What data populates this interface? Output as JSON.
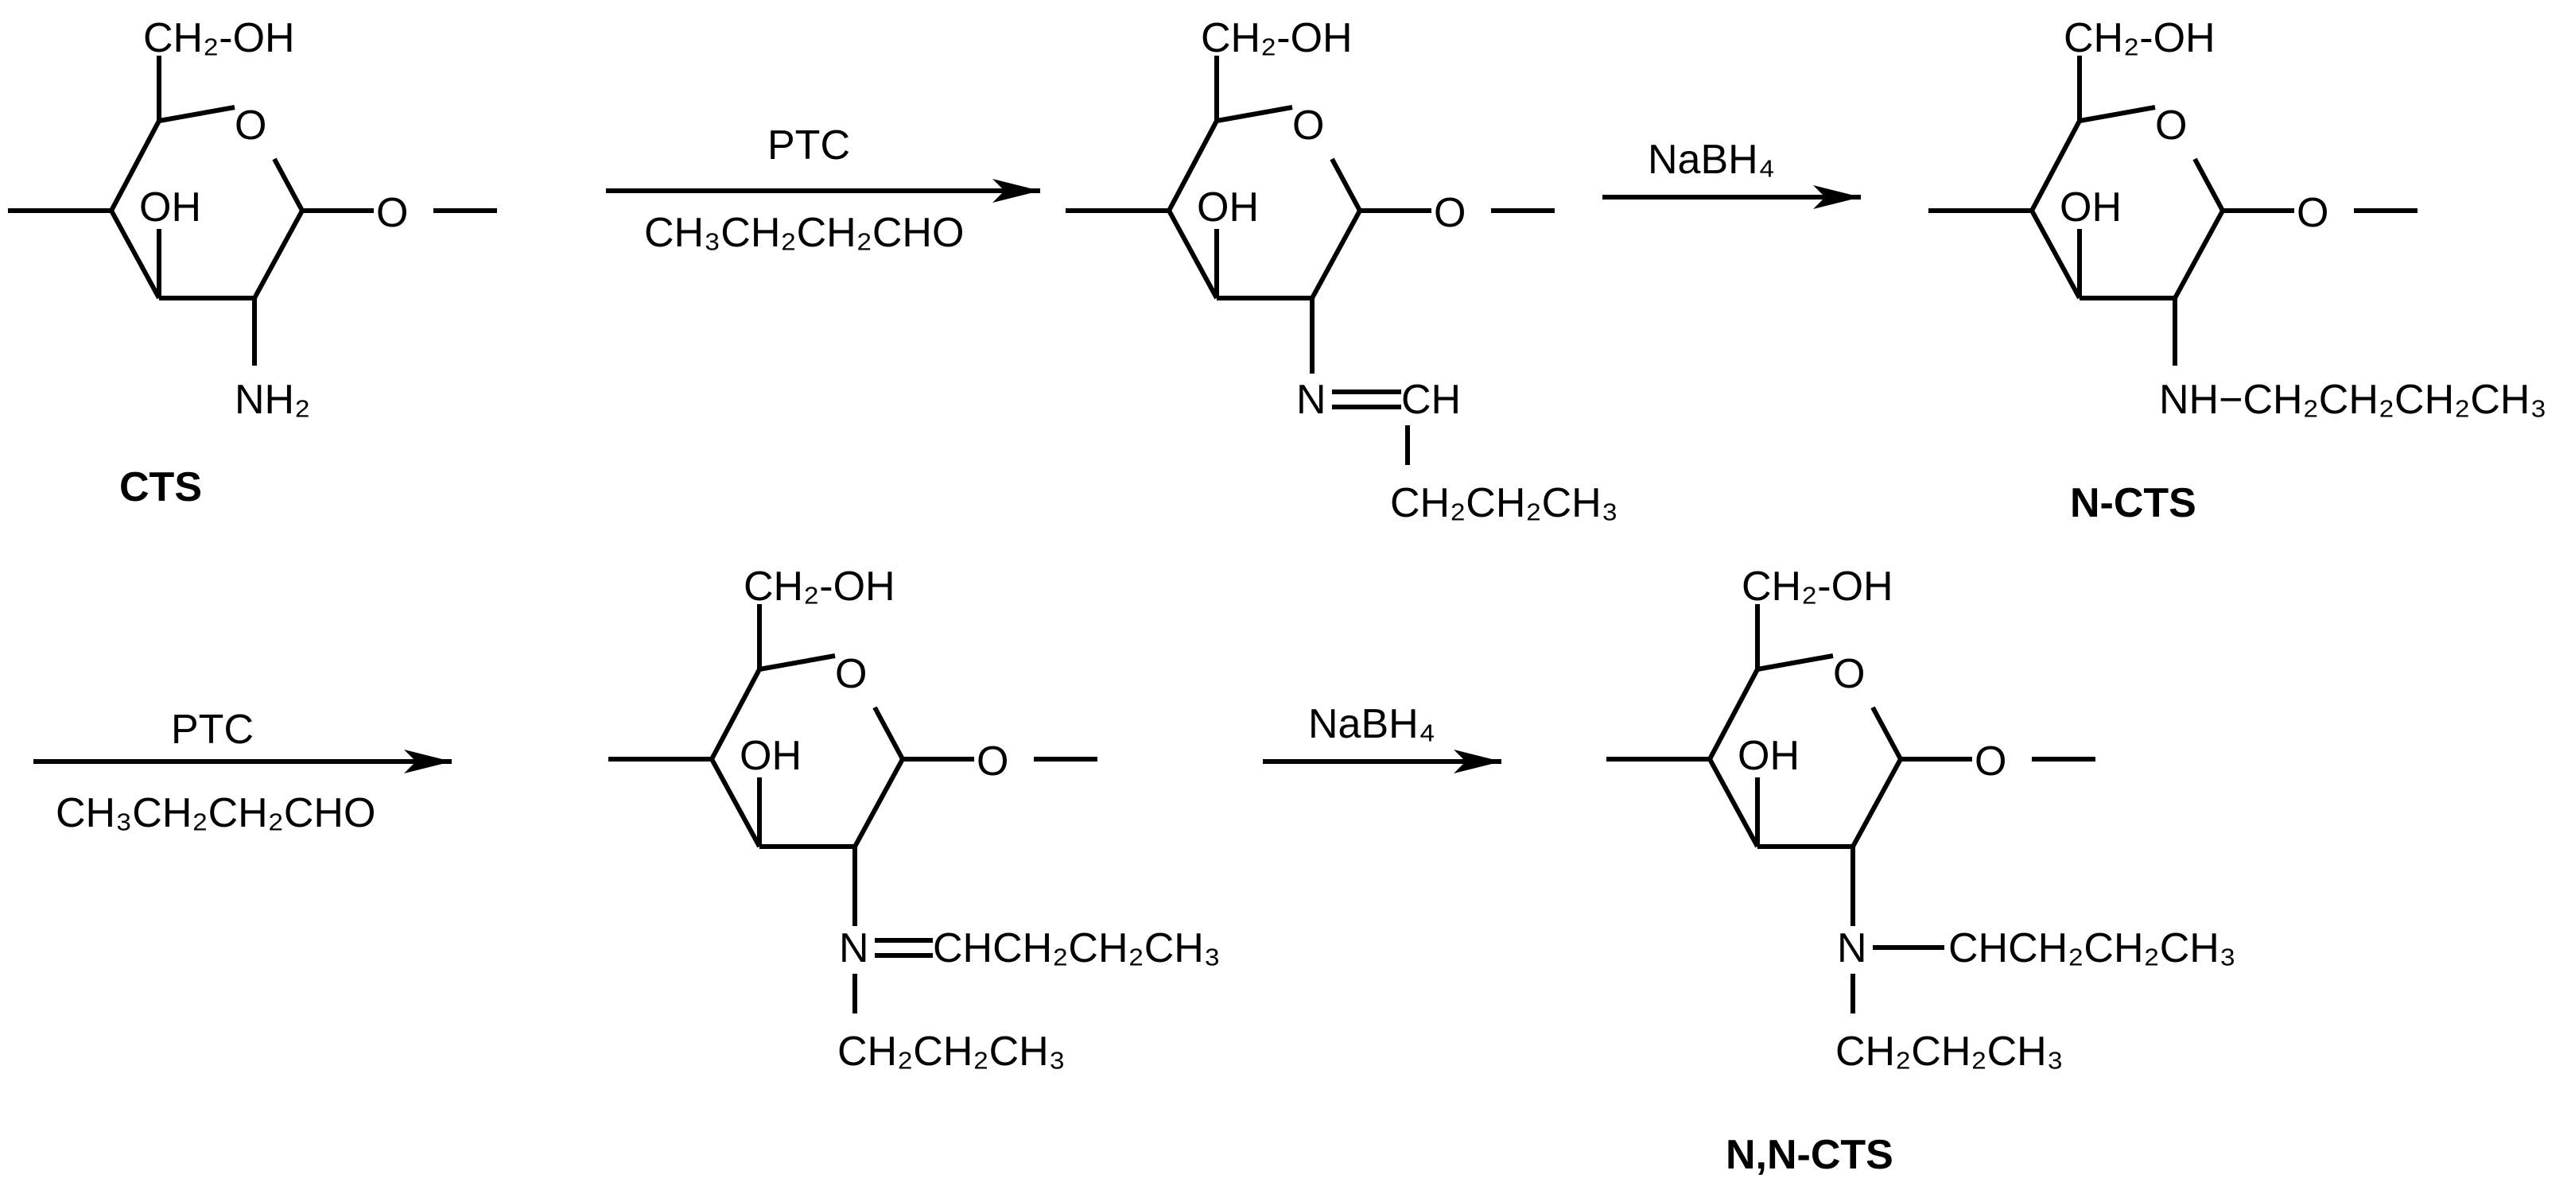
{
  "reagents": {
    "ptc": "PTC",
    "aldehyde": "CH₃CH₂CH₂CHO",
    "reductant": "NaBH₄"
  },
  "atoms": {
    "ch2oh": "CH₂-OH",
    "ring_o": "O",
    "oh": "OH",
    "glyco_o": "O",
    "nh2": "NH₂",
    "n": "N",
    "imine_ch": "CH",
    "propyl": "CH₂CH₂CH₃",
    "nh_butyl": "NH−CH₂CH₂CH₂CH₃",
    "imine_butyl": "CHCH₂CH₂CH₃"
  },
  "labels": {
    "cts": "CTS",
    "ncts": "N-CTS",
    "nncts": "N,N-CTS"
  }
}
